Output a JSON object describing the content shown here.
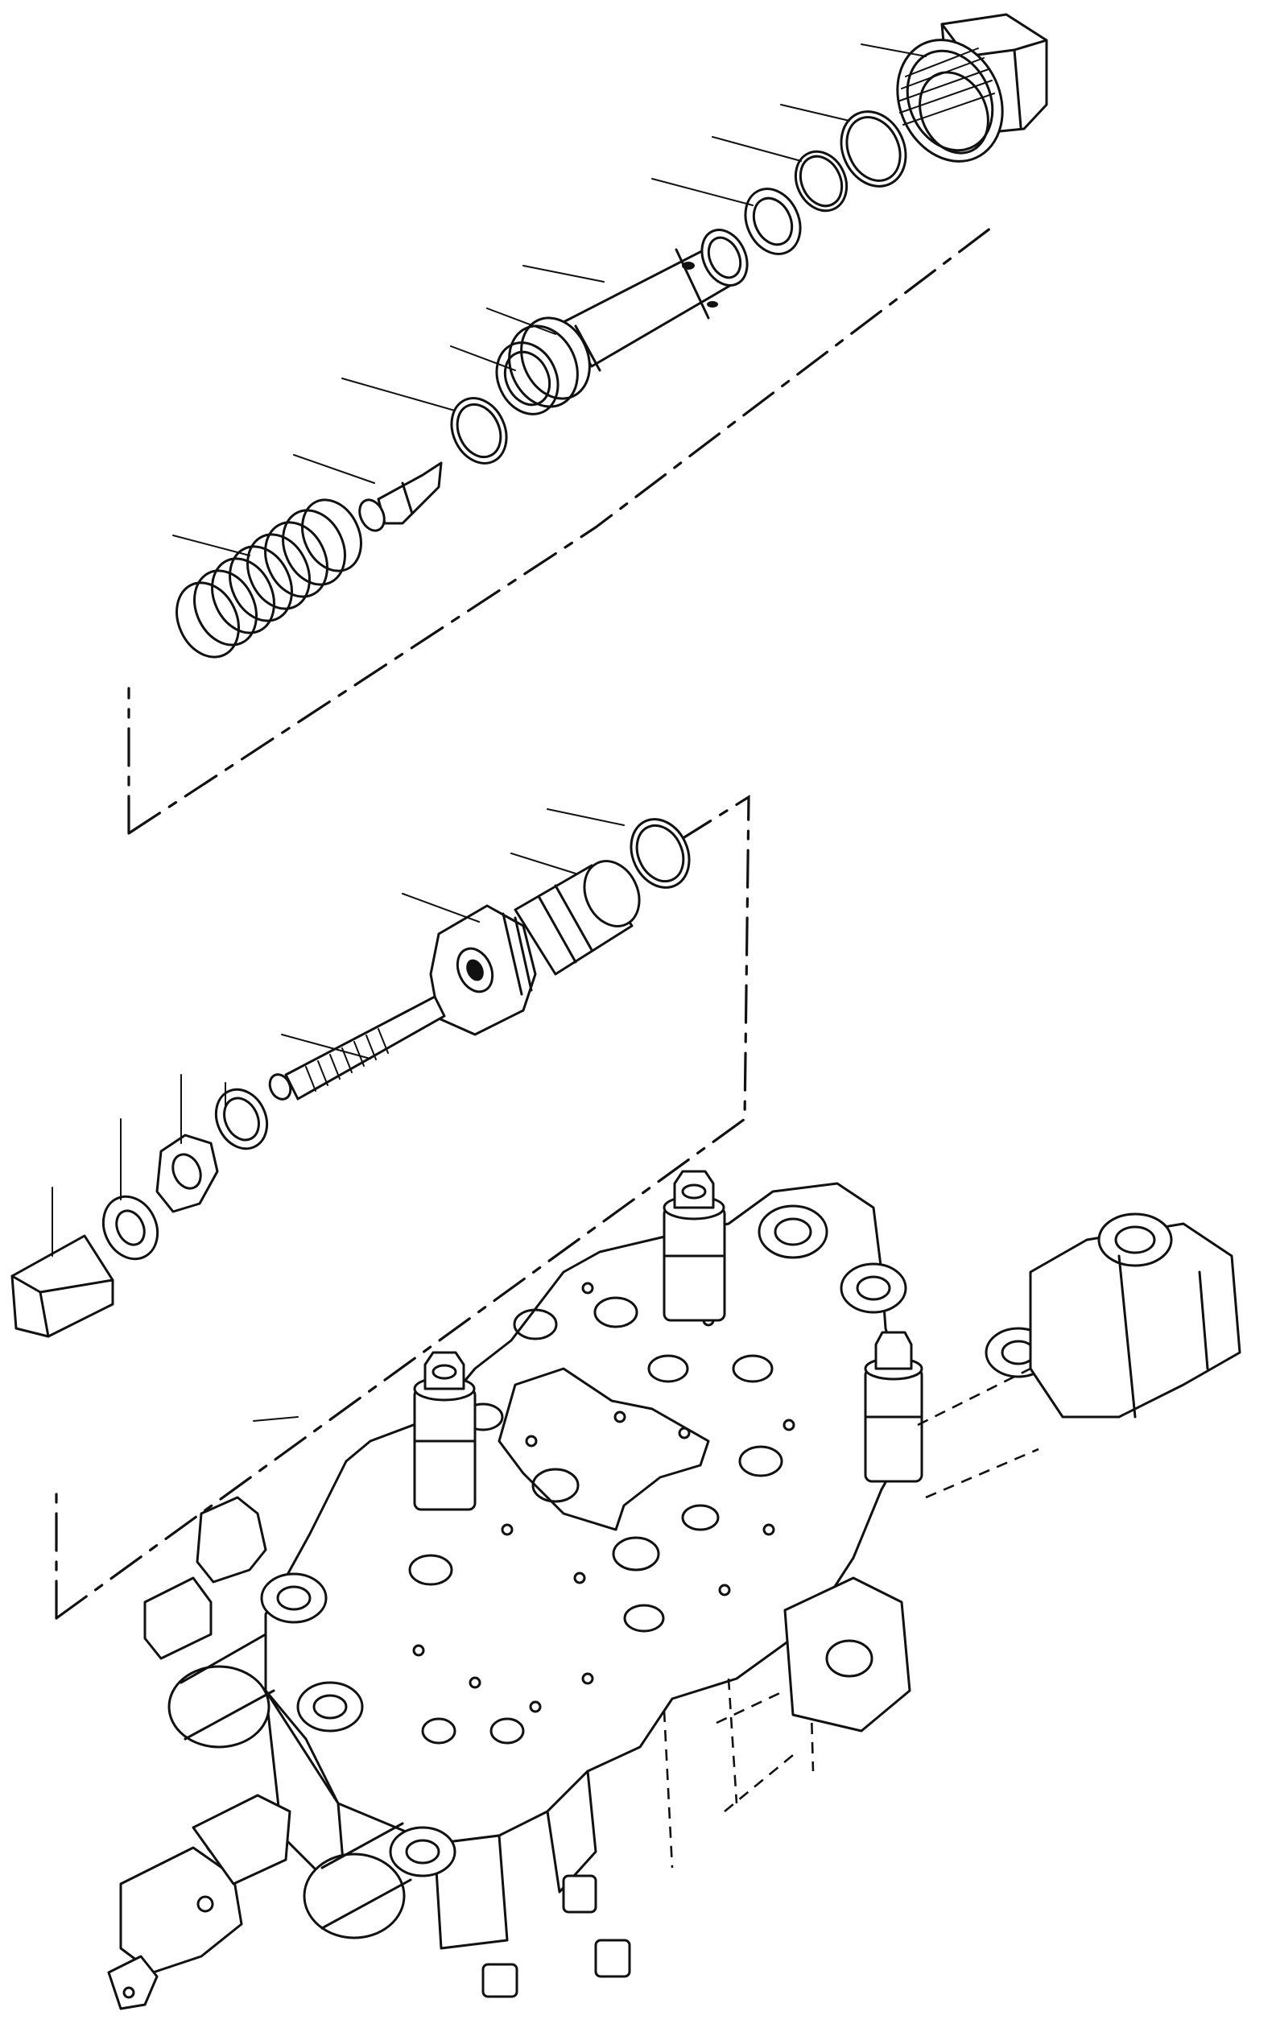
{
  "figure": {
    "kind": "exploded parts view",
    "subject_icon": "hydraulic-control-valve-drawing",
    "line_color": "#111111",
    "background": "#ffffff",
    "callout_count": 22,
    "text_labels": []
  }
}
